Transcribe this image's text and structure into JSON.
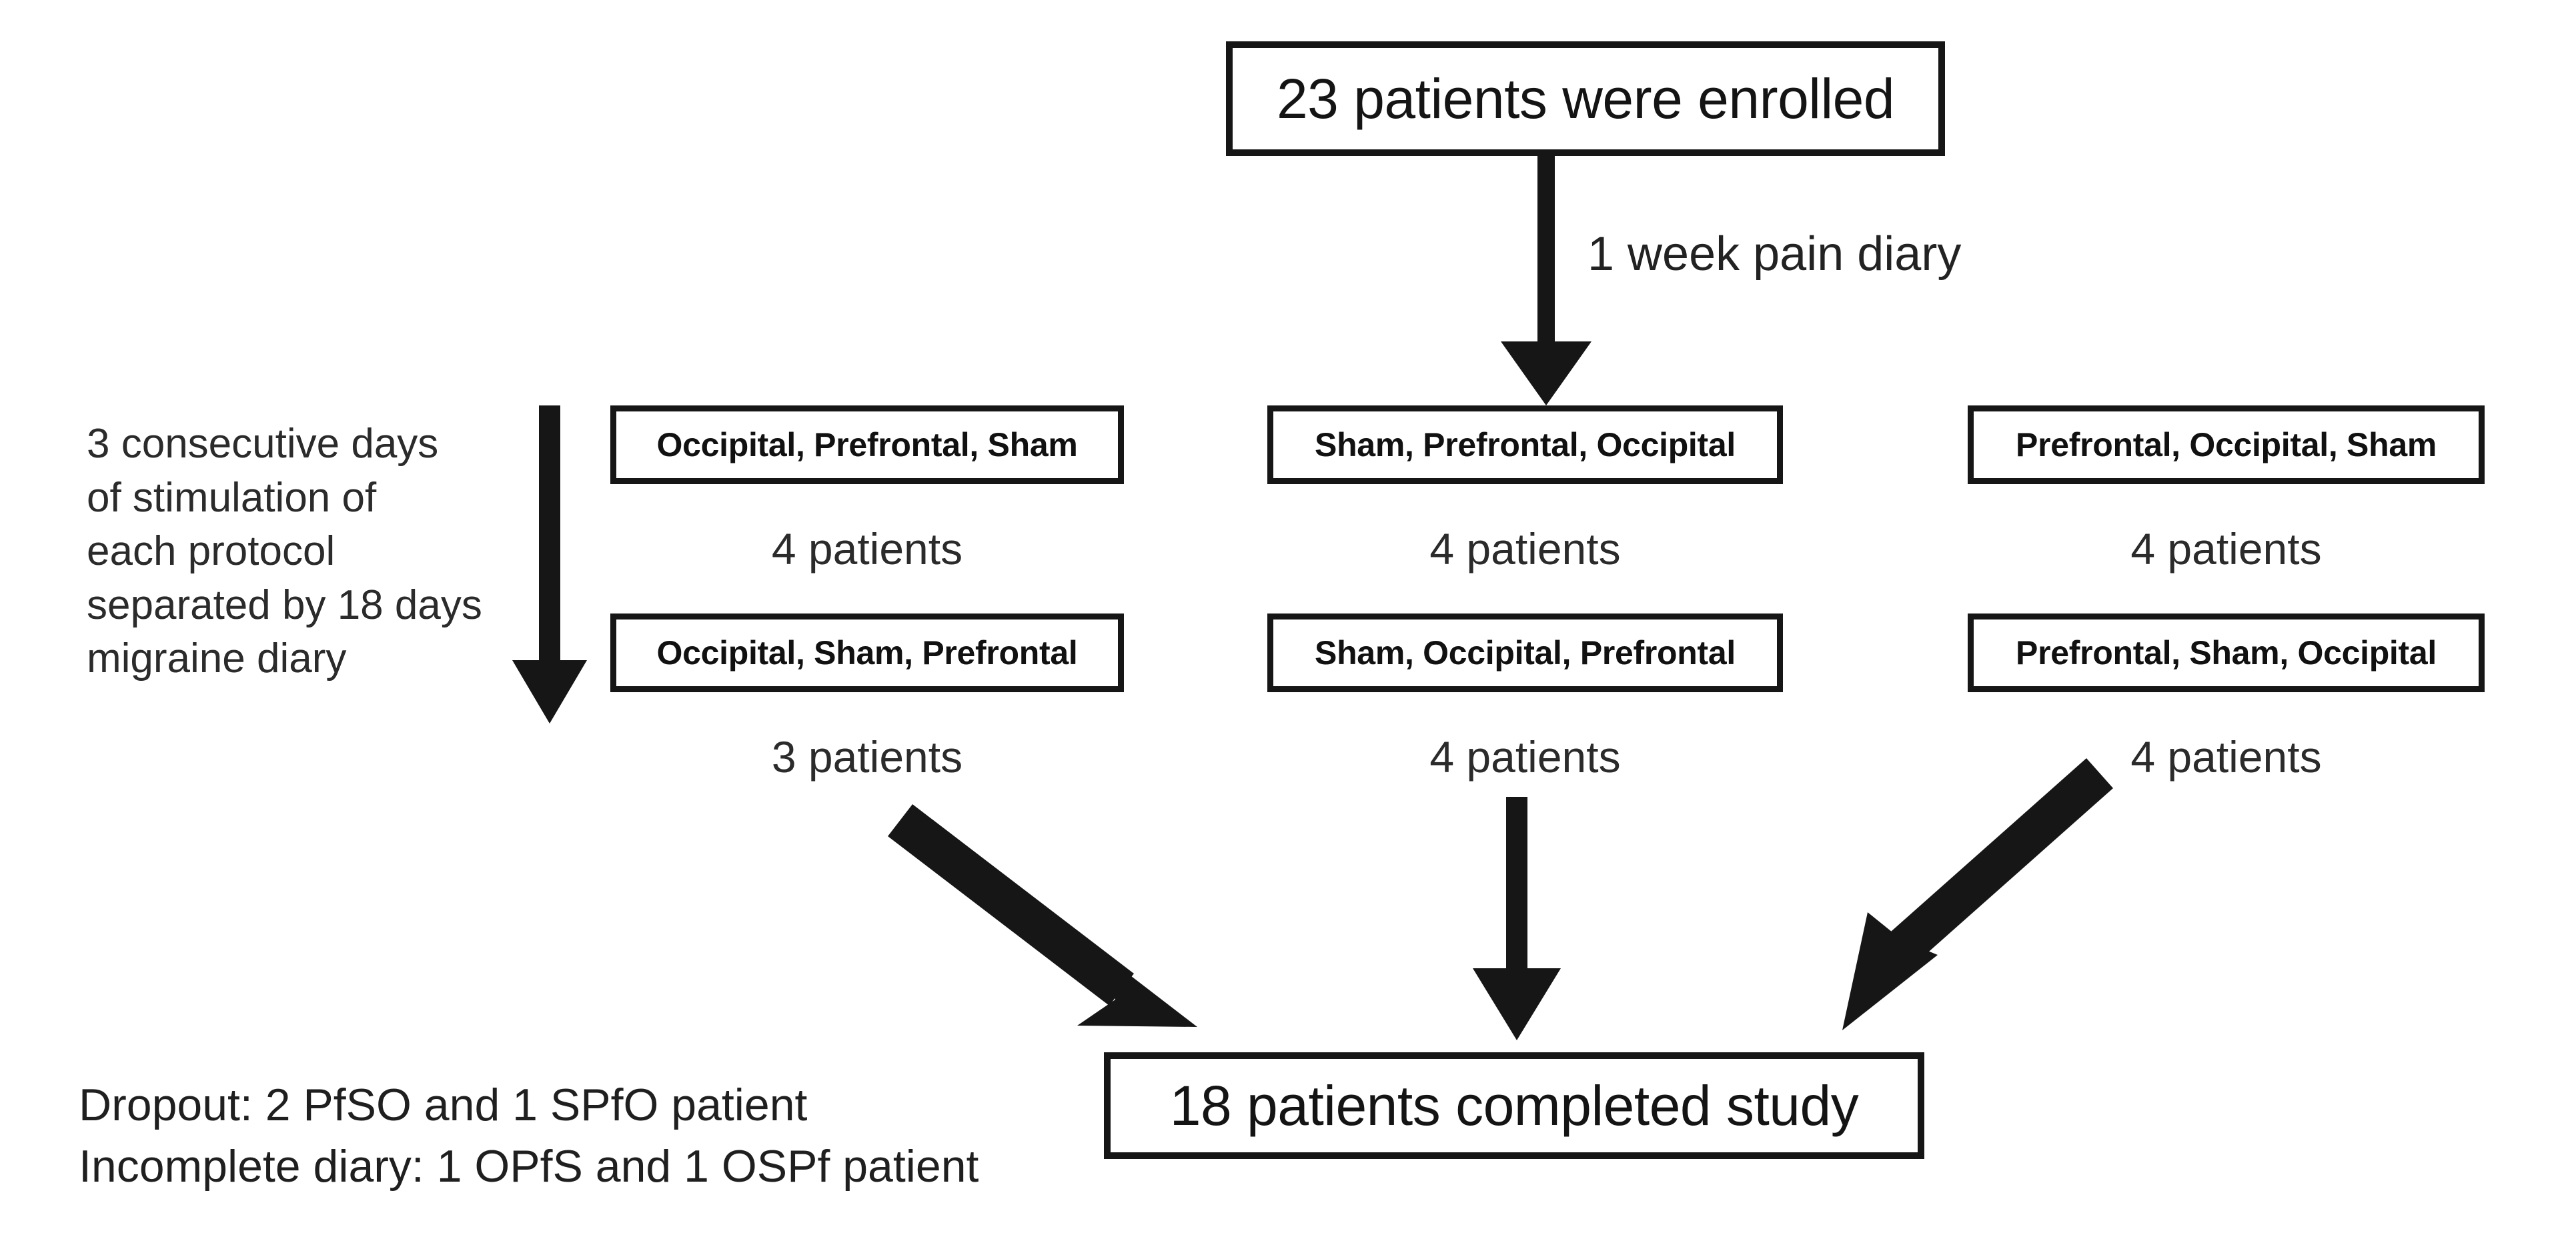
{
  "diagram": {
    "title_box": {
      "label": "23 patients were enrolled"
    },
    "enrollment_edge_label": "1 week pain diary",
    "side_note": "3 consecutive days\nof stimulation of\neach protocol\nseparated by 18 days\nmigraine diary",
    "columns": [
      {
        "name": "column-1",
        "rows": [
          {
            "protocol": "Occipital, Prefrontal, Sham",
            "count": "4 patients"
          },
          {
            "protocol": "Occipital, Sham, Prefrontal",
            "count": "3 patients"
          }
        ]
      },
      {
        "name": "column-2",
        "rows": [
          {
            "protocol": "Sham, Prefrontal, Occipital",
            "count": "4 patients"
          },
          {
            "protocol": "Sham, Occipital, Prefrontal",
            "count": "4 patients"
          }
        ]
      },
      {
        "name": "column-3",
        "rows": [
          {
            "protocol": "Prefrontal, Occipital, Sham",
            "count": "4 patients"
          },
          {
            "protocol": "Prefrontal, Sham, Occipital",
            "count": "4 patients"
          }
        ]
      }
    ],
    "result_box": {
      "label": "18 patients completed study"
    },
    "footnotes": [
      "Dropout: 2 PfSO and 1 SPfO patient",
      "Incomplete diary: 1 OPfS and 1 OSPf patient"
    ],
    "colors": {
      "stroke": "#161616",
      "background": "#ffffff",
      "text": "#1a1a1a"
    }
  }
}
